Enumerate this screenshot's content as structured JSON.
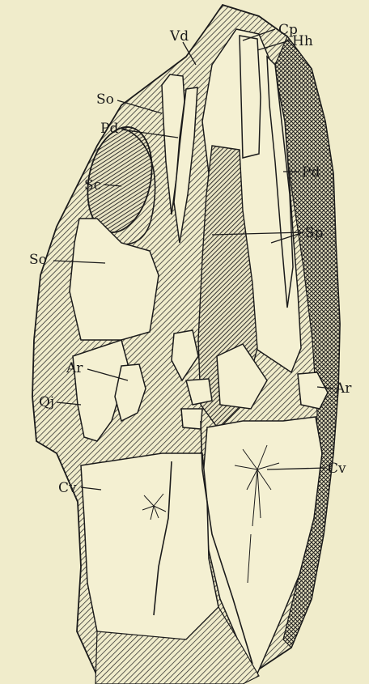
{
  "labels": {
    "cp": "Cp",
    "vd": "Vd",
    "hh": "Hh",
    "so_upper": "So",
    "pd_left": "Pd",
    "pd_right": "Pd",
    "sc": "Sc",
    "sp": "Sp",
    "so_lower": "So",
    "ar_left": "Ar",
    "ar_right": "Ar",
    "qj": "Qj",
    "cv_left": "Cv",
    "cv_right": "Cv"
  }
}
